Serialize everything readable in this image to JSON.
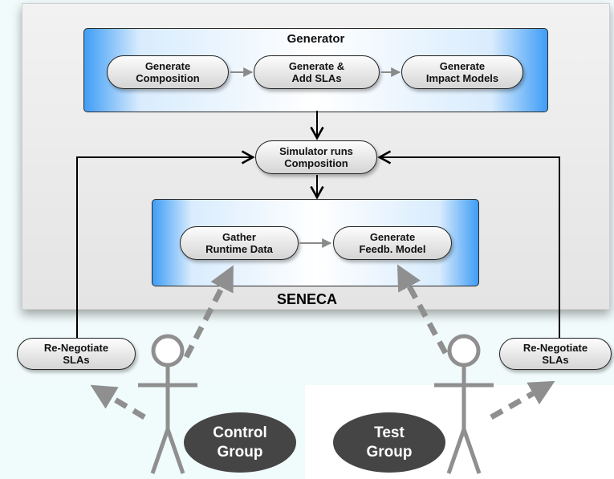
{
  "generator": {
    "title": "Generator",
    "steps": [
      "Generate\nComposition",
      "Generate &\nAdd SLAs",
      "Generate\nImpact Models"
    ]
  },
  "simulator": {
    "label": "Simulator runs\nComposition"
  },
  "seneca": {
    "title": "SENECA",
    "steps": [
      "Gather\nRuntime Data",
      "Generate\nFeedb. Model"
    ]
  },
  "renegotiate_left": {
    "label": "Re-Negotiate\nSLAs"
  },
  "renegotiate_right": {
    "label": "Re-Negotiate\nSLAs"
  },
  "groups": {
    "control": "Control\nGroup",
    "test": "Test\nGroup"
  },
  "colors": {
    "box_blue": "#3f9df6",
    "user_gray": "#8f8f8f",
    "group_blob": "#454545",
    "panel_gray": "#e8e8e8"
  },
  "icons": [
    "person-icon",
    "arrow-icon",
    "dashed-arrow-icon"
  ]
}
